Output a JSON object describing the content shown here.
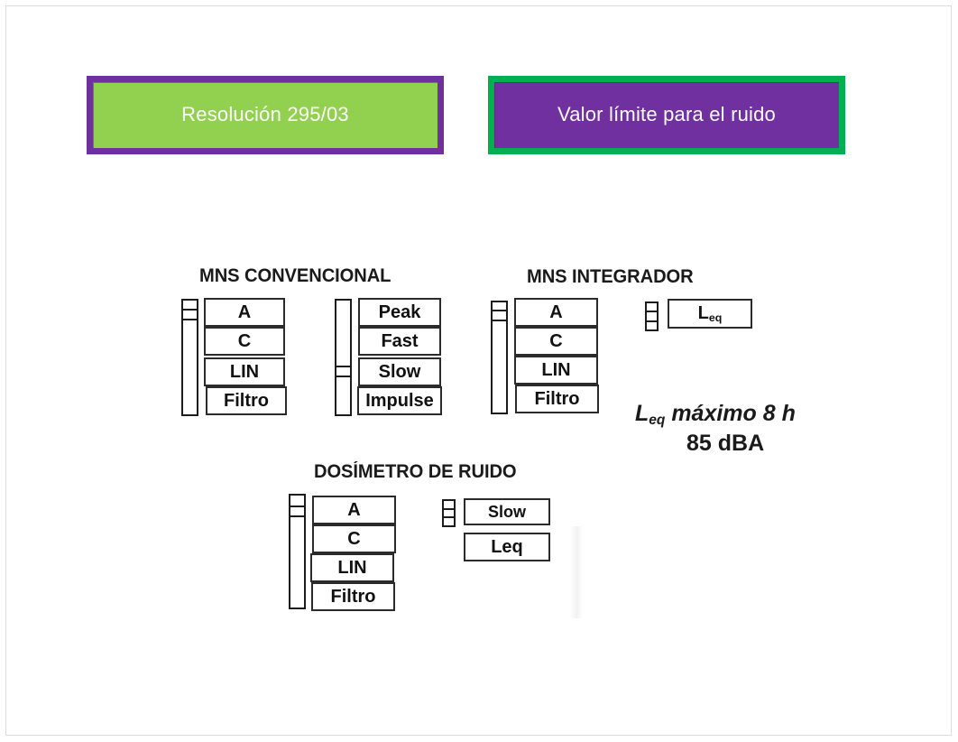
{
  "banners": [
    {
      "label": "Resolución 295/03",
      "fill": "#92D050",
      "border": "#7030A0"
    },
    {
      "label": "Valor límite para el ruido",
      "fill": "#7030A0",
      "border": "#00B050"
    }
  ],
  "groups": [
    {
      "heading": "MNS CONVENCIONAL",
      "weighting": {
        "options": [
          "A",
          "C",
          "LIN",
          "Filtro"
        ],
        "selected": "A"
      },
      "response": {
        "options": [
          "Peak",
          "Fast",
          "Slow",
          "Impulse"
        ],
        "selected": "Slow"
      }
    },
    {
      "heading": "MNS INTEGRADOR",
      "weighting": {
        "options": [
          "A",
          "C",
          "LIN",
          "Filtro"
        ],
        "selected": "A"
      },
      "readout": {
        "options": [
          "Leq"
        ],
        "label_main": "L",
        "label_sub": "eq"
      }
    },
    {
      "heading": "DOSÍMETRO DE RUIDO",
      "weighting": {
        "options": [
          "A",
          "C",
          "LIN",
          "Filtro"
        ],
        "selected": "A"
      },
      "readout": {
        "options": [
          "Slow",
          "Leq"
        ]
      }
    }
  ],
  "notes": {
    "leq_max_main": "L",
    "leq_max_sub": "eq",
    "leq_max_rest": " máximo 8 h",
    "limit": "85 dBA"
  }
}
